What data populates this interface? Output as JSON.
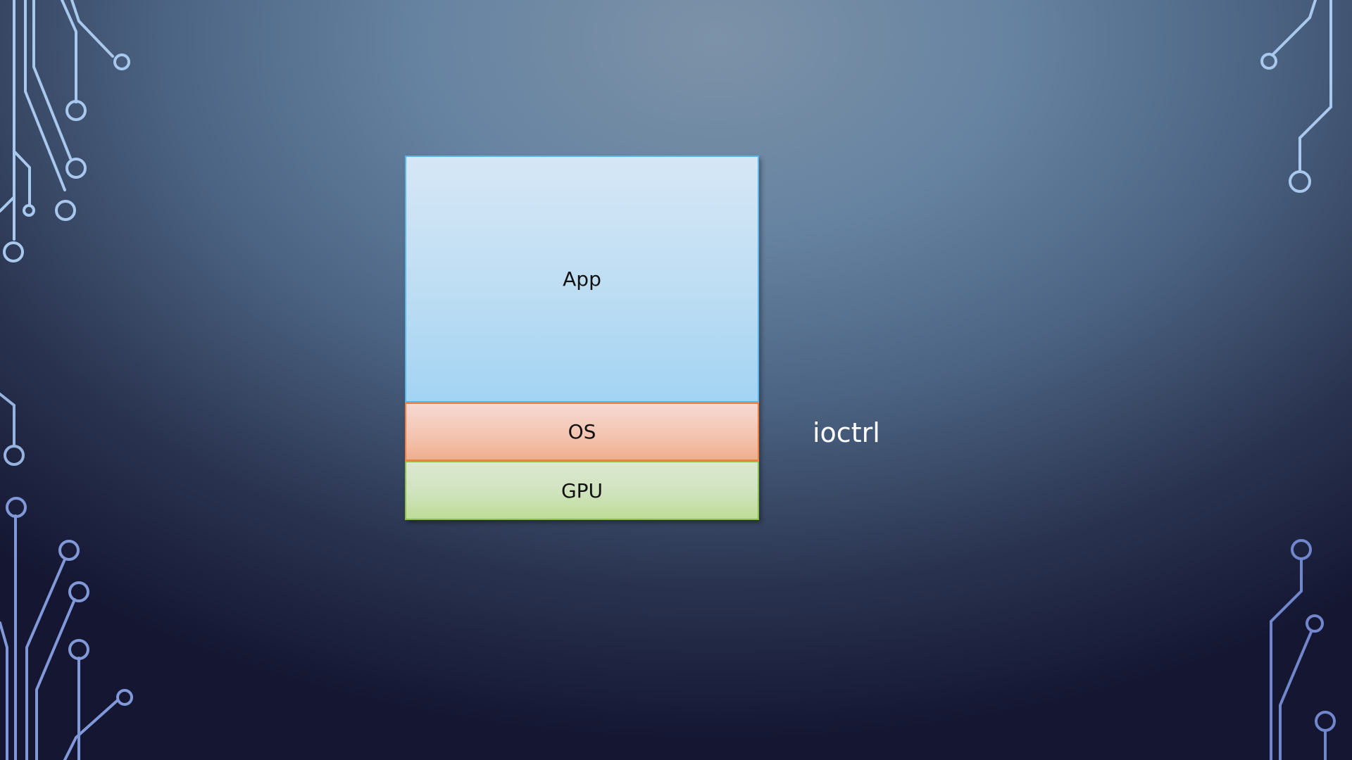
{
  "slide": {
    "layers": [
      {
        "label": "App",
        "fill": "#bdddf3",
        "border": "#5cb5e6"
      },
      {
        "label": "OS",
        "fill": "#f3c3ae",
        "border": "#ee7e3d"
      },
      {
        "label": "GPU",
        "fill": "#cfe3bd",
        "border": "#8cc04c"
      }
    ],
    "side_label": "ioctrl"
  },
  "theme": {
    "background": "#4c6483",
    "circuit_color": "#a7c6ec",
    "circuit_color_bottom": "#6e86d2"
  }
}
